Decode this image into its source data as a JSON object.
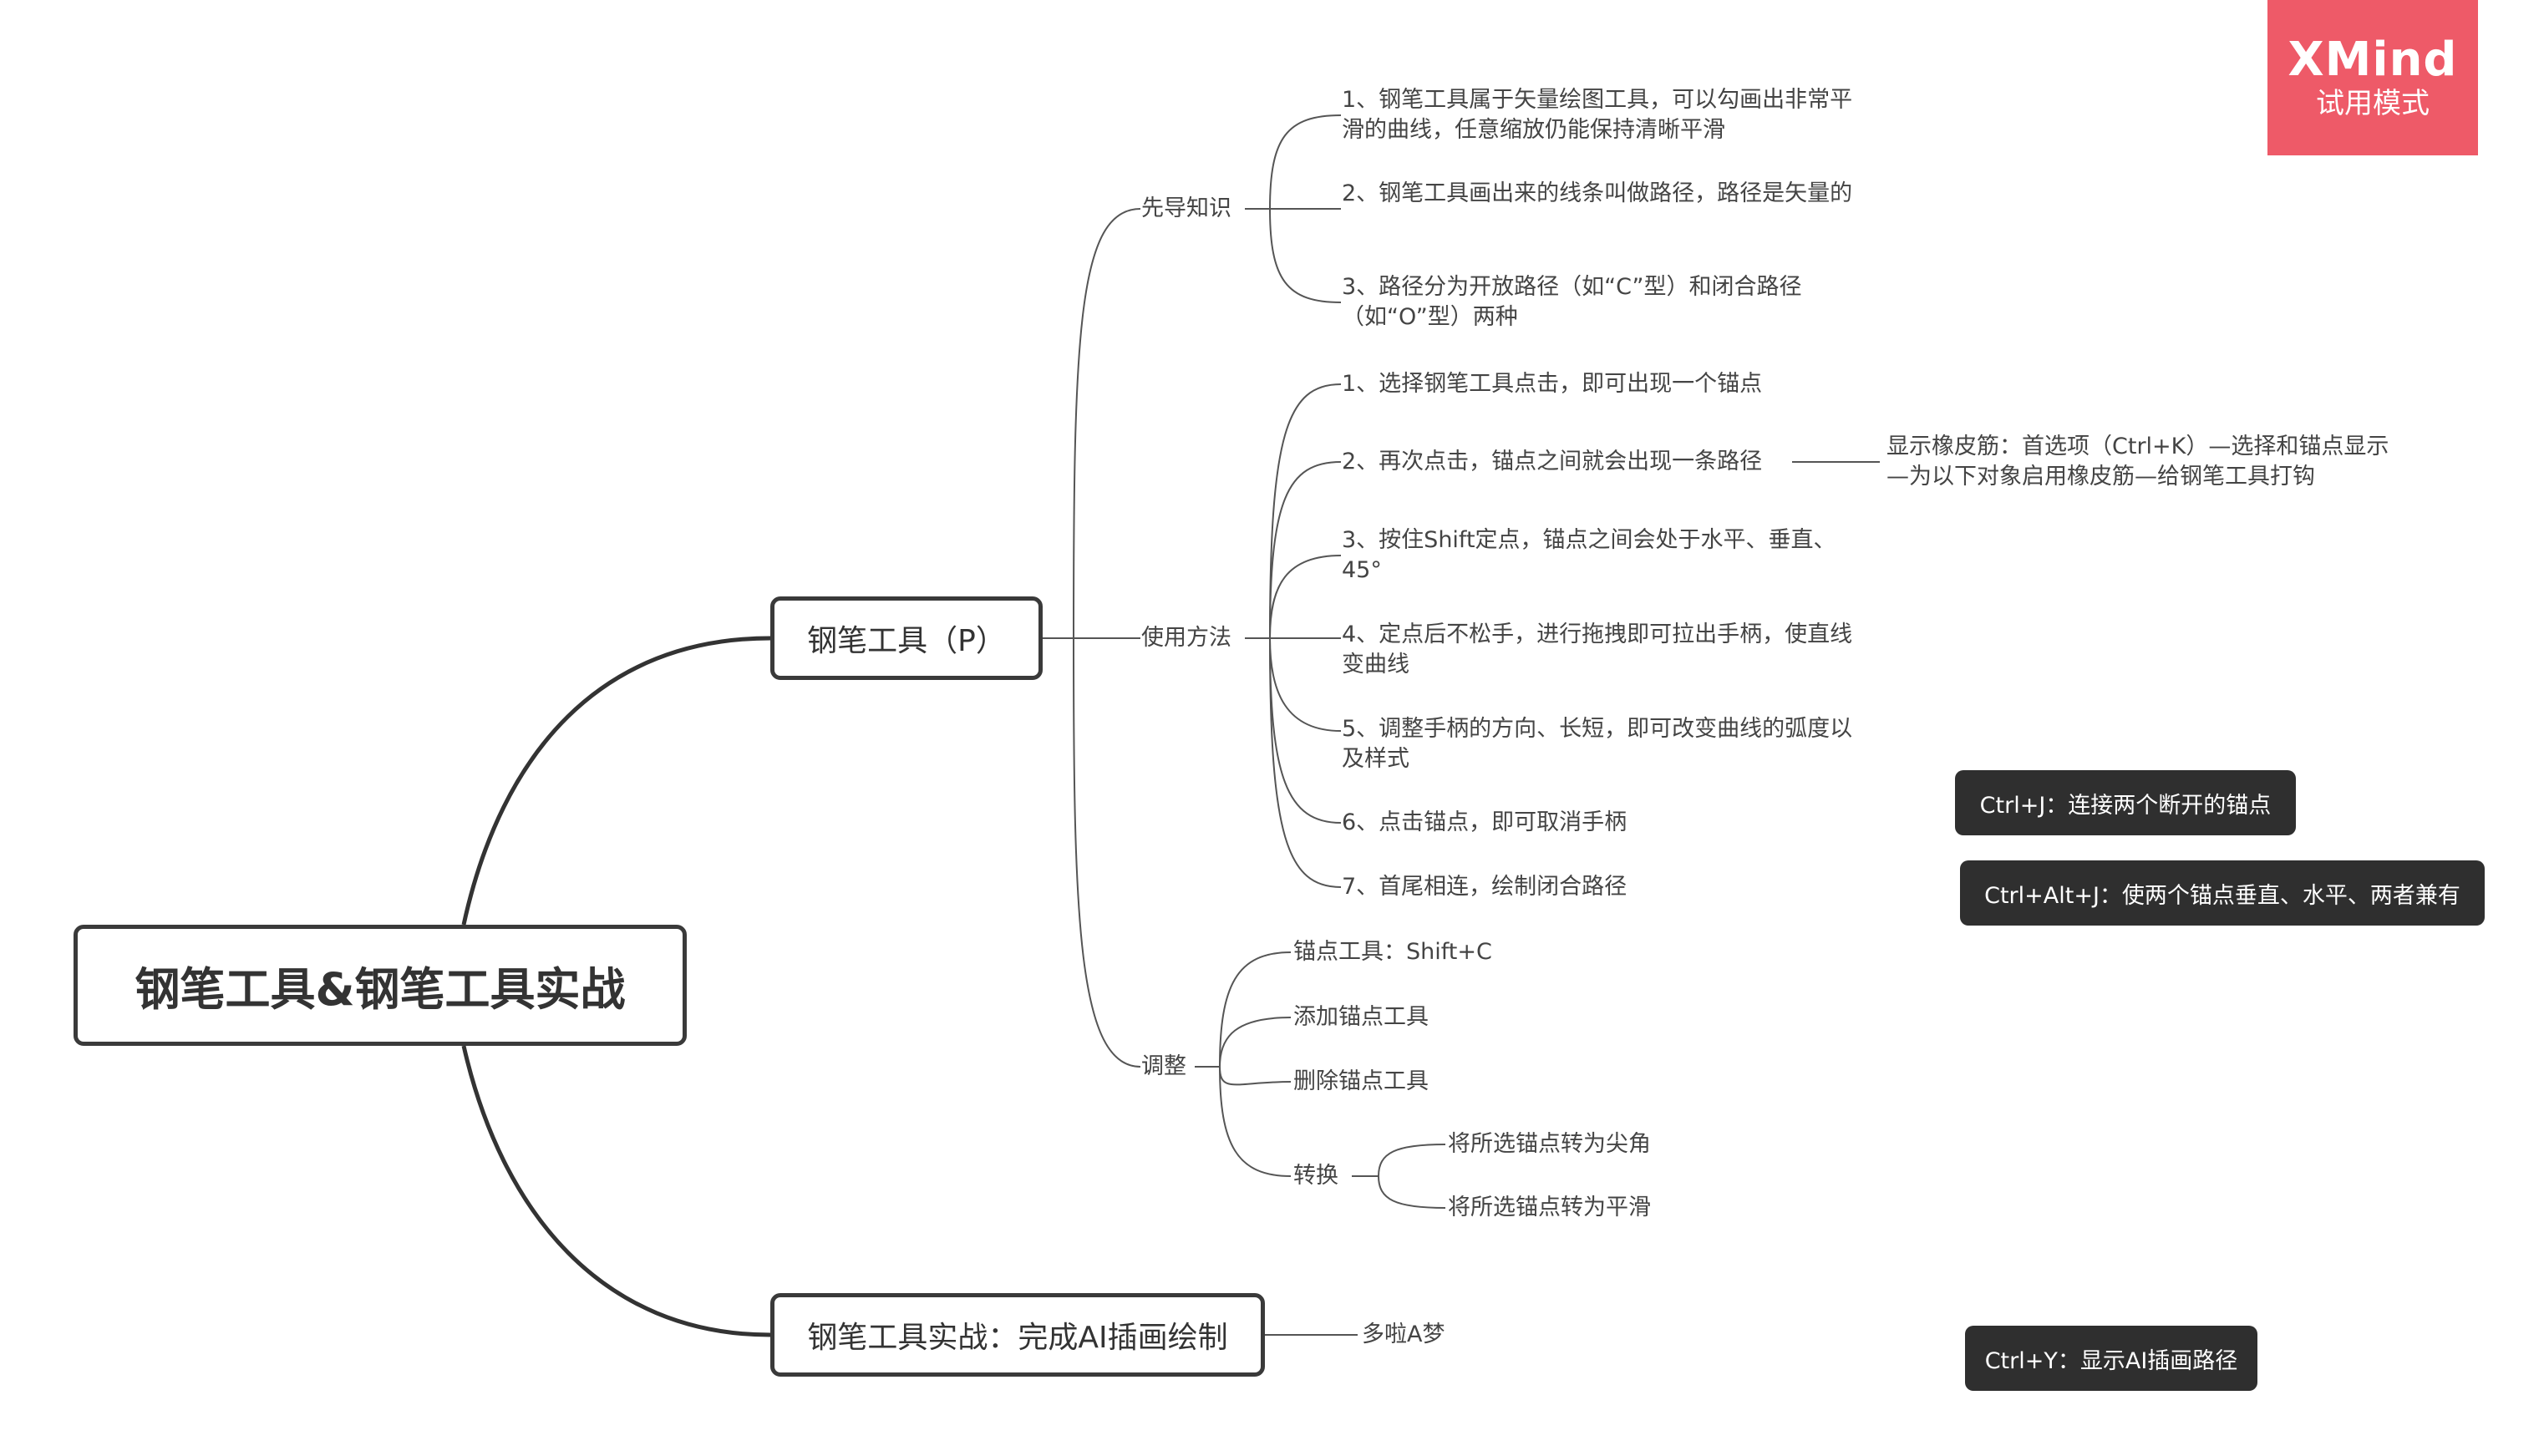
{
  "watermark": {
    "brand": "XMind",
    "mode": "试用模式"
  },
  "root": "钢笔工具&钢笔工具实战",
  "branch_pen": {
    "label": "钢笔工具（P）",
    "prior": {
      "label": "先导知识",
      "items": [
        "1、钢笔工具属于矢量绘图工具，可以勾画出非常平滑的曲线，任意缩放仍能保持清晰平滑",
        "2、钢笔工具画出来的线条叫做路径，路径是矢量的",
        "3、路径分为开放路径（如“C”型）和闭合路径（如“O”型）两种"
      ]
    },
    "usage": {
      "label": "使用方法",
      "items": [
        "1、选择钢笔工具点击，即可出现一个锚点",
        "2、再次点击，锚点之间就会出现一条路径",
        "3、按住Shift定点，锚点之间会处于水平、垂直、45°",
        "4、定点后不松手，进行拖拽即可拉出手柄，使直线变曲线",
        "5、调整手柄的方向、长短，即可改变曲线的弧度以及样式",
        "6、点击锚点，即可取消手柄",
        "7、首尾相连，绘制闭合路径"
      ],
      "note": "显示橡皮筋：首选项（Ctrl+K）—选择和锚点显示—为以下对象启用橡皮筋—给钢笔工具打钩"
    },
    "adjust": {
      "label": "调整",
      "items": [
        "锚点工具：Shift+C",
        "添加锚点工具",
        "删除锚点工具"
      ],
      "convert": {
        "label": "转换",
        "items": [
          "将所选锚点转为尖角",
          "将所选锚点转为平滑"
        ]
      }
    }
  },
  "branch_practice": {
    "label": "钢笔工具实战：完成AI插画绘制",
    "child": "多啦A梦"
  },
  "shortcuts": [
    "Ctrl+J：连接两个断开的锚点",
    "Ctrl+Alt+J：使两个锚点垂直、水平、两者兼有",
    "Ctrl+Y：显示AI插画路径"
  ]
}
